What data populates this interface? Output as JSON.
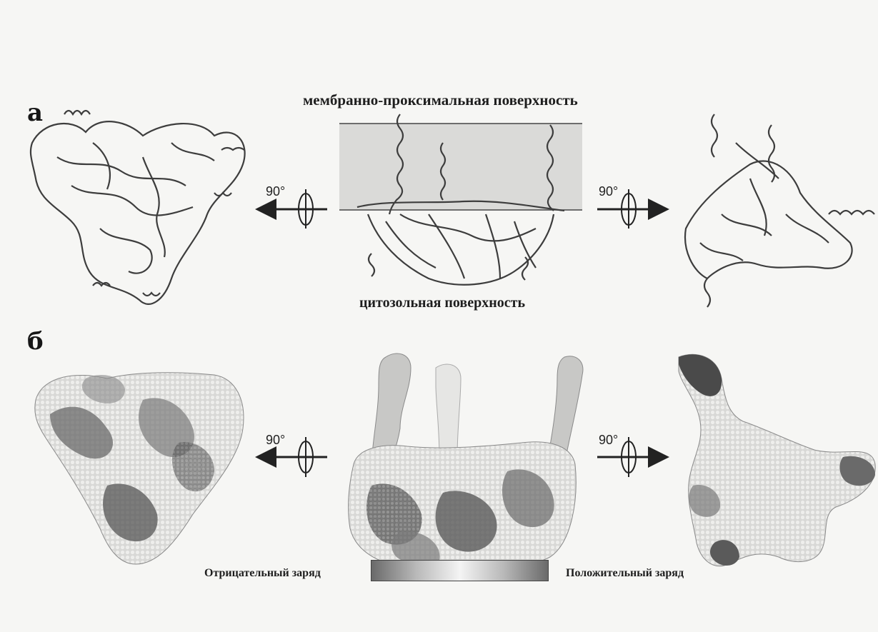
{
  "panels": {
    "a": {
      "letter": "а"
    },
    "b": {
      "letter": "б"
    }
  },
  "labels": {
    "membrane_surface": "мембранно-проксимальная поверхность",
    "cytosolic_surface": "цитозольная поверхность",
    "negative_charge": "Отрицательный заряд",
    "positive_charge": "Положительный заряд"
  },
  "rotations": {
    "a_left": "90°",
    "a_right": "90°",
    "b_left": "90°",
    "b_right": "90°"
  },
  "colors": {
    "membrane_band": "#dadad8",
    "ribbon": "#4a4a4a",
    "surface_light": "#e4e4e2",
    "surface_dark": "#5a5a5a"
  }
}
